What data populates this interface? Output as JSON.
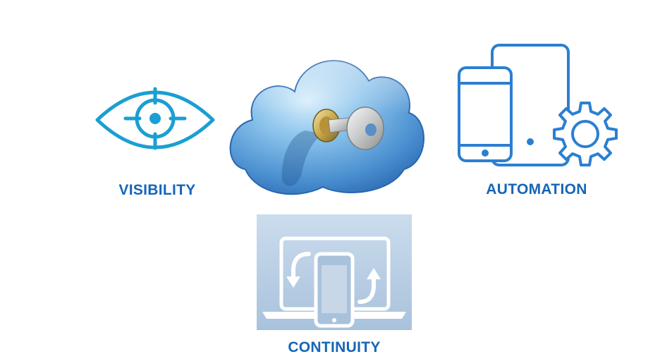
{
  "colors": {
    "label": "#1566b8",
    "visibility_icon": "#1a9fd3",
    "automation_icon": "#2b7fd1",
    "continuity_bg": "#c4d6e9",
    "continuity_icon": "#ffffff",
    "cloud_light": "#bfe0f7",
    "cloud_dark": "#2f73bd",
    "key_gold": "#c9a84a",
    "key_silver": "#c7c9c9"
  },
  "icons": {
    "visibility": "eye-crosshair-icon",
    "cloud": "cloud-key-icon",
    "automation": "devices-gear-icon",
    "continuity": "laptop-phone-sync-icon"
  },
  "labels": {
    "visibility": "VISIBILITY",
    "automation": "AUTOMATION",
    "continuity": "CONTINUITY"
  }
}
